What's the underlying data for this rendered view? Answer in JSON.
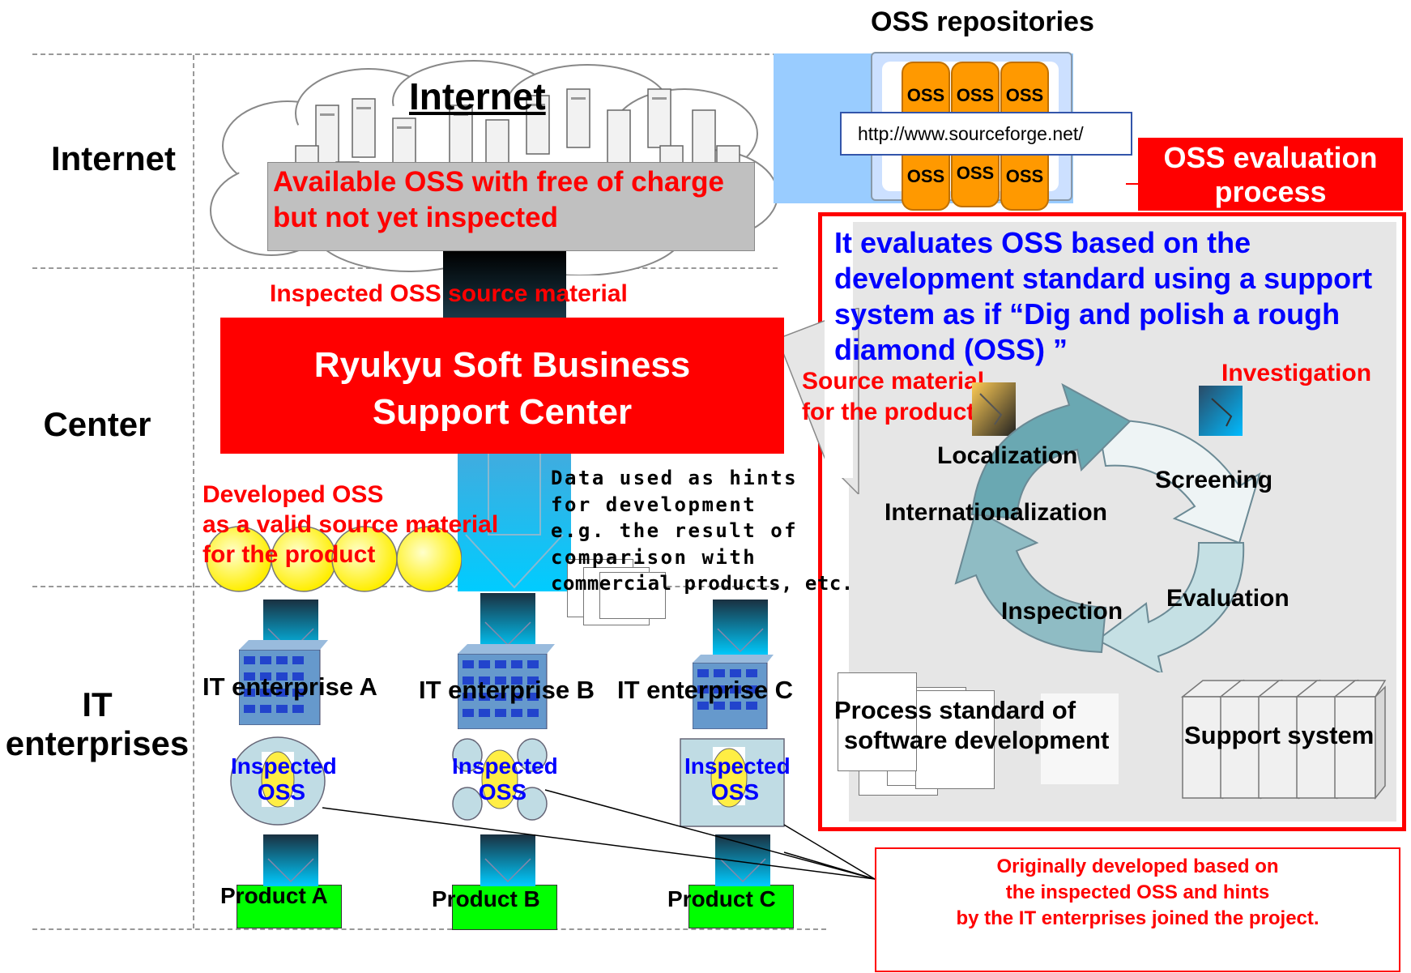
{
  "rows": {
    "internet": "Internet",
    "center": "Center",
    "it_line1": "IT",
    "it_line2": "enterprises"
  },
  "internet_cloud": {
    "title": "Internet",
    "available_line1": "Available OSS with free of charge",
    "available_line2": "but not yet inspected"
  },
  "repositories": {
    "title": "OSS repositories",
    "cells": [
      "OSS",
      "OSS",
      "OSS",
      "OSS",
      "OSS",
      "OSS"
    ],
    "url": "http://www.sourceforge.net/"
  },
  "center": {
    "inspected_source": "Inspected OSS source material",
    "name_line1": "Ryukyu Soft Business",
    "name_line2": "Support Center",
    "developed_line1": "Developed OSS",
    "developed_line2": "as a valid source material",
    "developed_line3": "for the product",
    "hints_lines": [
      "Data used as hints",
      "for development",
      "e.g. the result of",
      "comparison with",
      "commercial products, etc."
    ]
  },
  "evaluation": {
    "title_line1": "OSS evaluation",
    "title_line2": "process",
    "desc_line1": "It evaluates OSS based on the",
    "desc_line2": "development standard using a  support",
    "desc_line3": "system as if “Dig and polish a rough",
    "desc_line4": "diamond (OSS) ”",
    "source_line1": "Source material",
    "source_line2": "for the product",
    "investigation": "Investigation",
    "cycle": {
      "localization": "Localization",
      "screening": "Screening",
      "internationalization": "Internationalization",
      "evaluation": "Evaluation",
      "inspection": "Inspection"
    },
    "process_line1": "Process standard of",
    "process_line2": "software development",
    "support_system": "Support system"
  },
  "enterprises": [
    {
      "name": "IT enterprise A",
      "inspected_line1": "Inspected",
      "inspected_line2": "OSS",
      "product": "Product A"
    },
    {
      "name": "IT enterprise B",
      "inspected_line1": "Inspected",
      "inspected_line2": "OSS",
      "product": "Product B"
    },
    {
      "name": "IT enterprise C",
      "inspected_line1": "Inspected",
      "inspected_line2": "OSS",
      "product": "Product C"
    }
  ],
  "note": {
    "line1": "Originally developed based on",
    "line2": "the inspected OSS and hints",
    "line3": "by the IT enterprises joined the project."
  },
  "colors": {
    "red": "#ff0000",
    "blue": "#0000ff",
    "orange": "#ff9900",
    "cyan": "#00ccff",
    "green": "#00ff00",
    "gray_box": "#c0c0c0"
  }
}
